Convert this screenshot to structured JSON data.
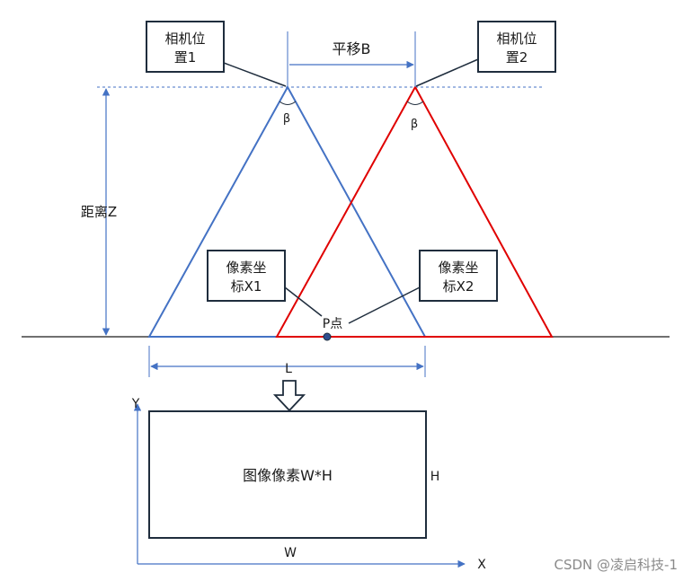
{
  "diagram": {
    "camera1_label_line1": "相机位",
    "camera1_label_line2": "置1",
    "camera2_label_line1": "相机位",
    "camera2_label_line2": "置2",
    "translation_label": "平移B",
    "beta_left": "β",
    "beta_right": "β",
    "distance_label": "距离Z",
    "pixel_x1_line1": "像素坐",
    "pixel_x1_line2": "标X1",
    "pixel_x2_line1": "像素坐",
    "pixel_x2_line2": "标X2",
    "point_label": "P点",
    "l_label": "L",
    "image_label": "图像像素W*H",
    "h_label": "H",
    "w_label": "W",
    "x_axis_label": "X",
    "y_axis_label": "Y"
  },
  "colors": {
    "camera1_triangle": "#4472c4",
    "camera2_triangle": "#e00000",
    "dimension_arrows": "#4472c4",
    "outline": "#1f2d3d",
    "point_fill": "#2f4f8f"
  },
  "watermark": "CSDN @凌启科技-1"
}
